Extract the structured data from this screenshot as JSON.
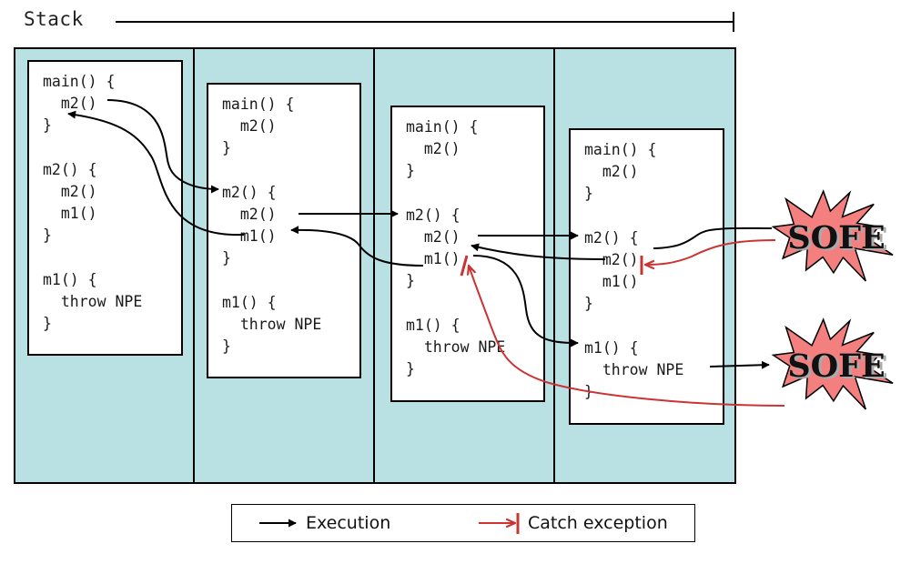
{
  "header": {
    "title": "Stack"
  },
  "frames": [
    {
      "code": "main() {\n  m2()\n}\n\nm2() {\n  m2()\n  m1()\n}\n\nm1() {\n  throw NPE\n}"
    },
    {
      "code": "main() {\n  m2()\n}\n\nm2() {\n  m2()\n  m1()\n}\n\nm1() {\n  throw NPE\n}"
    },
    {
      "code": "main() {\n  m2()\n}\n\nm2() {\n  m2()\n  m1()\n}\n\nm1() {\n  throw NPE\n}"
    },
    {
      "code": "main() {\n  m2()\n}\n\nm2() {\n  m2()\n  m1()\n}\n\nm1() {\n  throw NPE\n}"
    }
  ],
  "errors": [
    {
      "label": "SOFE"
    },
    {
      "label": "SOFE"
    }
  ],
  "legend": {
    "execution": "Execution",
    "catch": "Catch exception"
  },
  "colors": {
    "stack_bg": "#b9e0e3",
    "catch": "#cc3333",
    "burst": "#f47f7f",
    "execution": "#000000"
  }
}
